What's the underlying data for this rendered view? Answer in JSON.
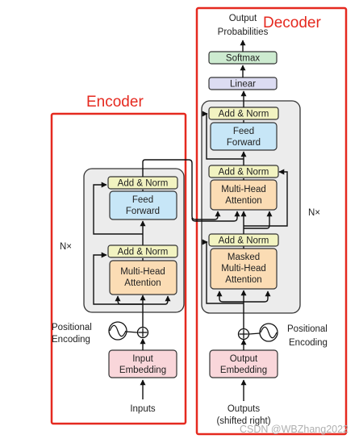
{
  "panels": {
    "encoder_title": "Encoder",
    "decoder_title": "Decoder"
  },
  "encoder": {
    "repeat": "N×",
    "add_norm_top": "Add & Norm",
    "ff_line1": "Feed",
    "ff_line2": "Forward",
    "add_norm_bottom": "Add & Norm",
    "mha_line1": "Multi-Head",
    "mha_line2": "Attention",
    "pos_enc_line1": "Positional",
    "pos_enc_line2": "Encoding",
    "embed_line1": "Input",
    "embed_line2": "Embedding",
    "input_label": "Inputs"
  },
  "decoder": {
    "output_probs_line1": "Output",
    "output_probs_line2": "Probabilities",
    "softmax": "Softmax",
    "linear": "Linear",
    "repeat": "N×",
    "add_norm_top": "Add & Norm",
    "ff_line1": "Feed",
    "ff_line2": "Forward",
    "add_norm_mid": "Add & Norm",
    "mha_line1": "Multi-Head",
    "mha_line2": "Attention",
    "add_norm_bottom": "Add & Norm",
    "masked_line1": "Masked",
    "masked_line2": "Multi-Head",
    "masked_line3": "Attention",
    "pos_enc_line1": "Positional",
    "pos_enc_line2": "Encoding",
    "embed_line1": "Output",
    "embed_line2": "Embedding",
    "output_label_line1": "Outputs",
    "output_label_line2": "(shifted right)"
  },
  "watermark": "CSDN @WBZhang2022",
  "colors": {
    "red_border": "#e5291f",
    "add_norm": "#f2f3c1",
    "feed_forward": "#c7e6f7",
    "attention": "#fbdcb4",
    "embedding": "#f9d6da",
    "softmax": "#cdebd0",
    "linear": "#dcdcf2",
    "stack_bg": "#ececec"
  }
}
